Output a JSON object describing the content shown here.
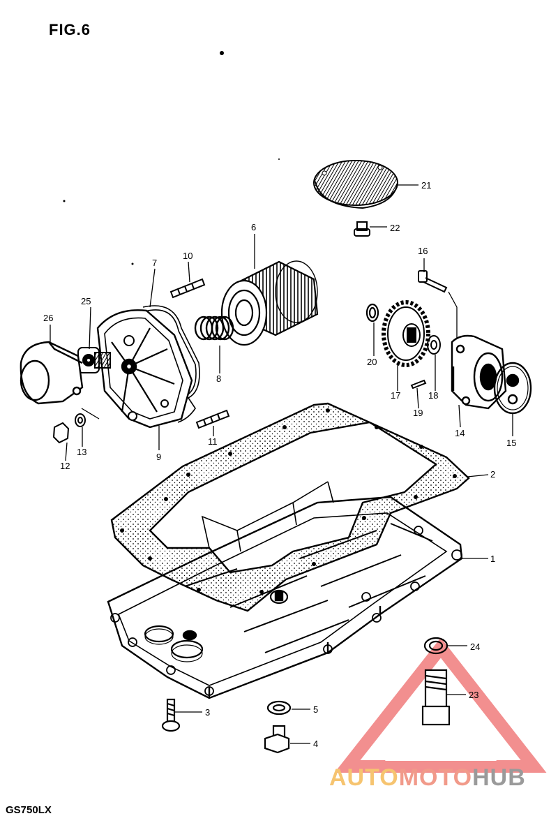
{
  "figure": {
    "title": "FIG.6",
    "model": "GS750LX"
  },
  "callouts": [
    {
      "id": "c1",
      "label": "1"
    },
    {
      "id": "c2",
      "label": "2"
    },
    {
      "id": "c3",
      "label": "3"
    },
    {
      "id": "c4",
      "label": "4"
    },
    {
      "id": "c5",
      "label": "5"
    },
    {
      "id": "c6",
      "label": "6"
    },
    {
      "id": "c7",
      "label": "7"
    },
    {
      "id": "c8",
      "label": "8"
    },
    {
      "id": "c9",
      "label": "9"
    },
    {
      "id": "c10",
      "label": "10"
    },
    {
      "id": "c11",
      "label": "11"
    },
    {
      "id": "c12",
      "label": "12"
    },
    {
      "id": "c13",
      "label": "13"
    },
    {
      "id": "c14",
      "label": "14"
    },
    {
      "id": "c15",
      "label": "15"
    },
    {
      "id": "c16",
      "label": "16"
    },
    {
      "id": "c17",
      "label": "17"
    },
    {
      "id": "c18",
      "label": "18"
    },
    {
      "id": "c19",
      "label": "19"
    },
    {
      "id": "c20",
      "label": "20"
    },
    {
      "id": "c21",
      "label": "21"
    },
    {
      "id": "c22",
      "label": "22"
    },
    {
      "id": "c23",
      "label": "23"
    },
    {
      "id": "c24",
      "label": "24"
    },
    {
      "id": "c25",
      "label": "25"
    },
    {
      "id": "c26",
      "label": "26"
    }
  ],
  "watermark": {
    "part1": "AUTO",
    "part2": "MOTO",
    "part3": "HUB",
    "colors": {
      "auto": "#f6c470",
      "moto": "#f19a8a",
      "hub": "#9a9a9a",
      "triangle": "#ee6a6a"
    }
  }
}
